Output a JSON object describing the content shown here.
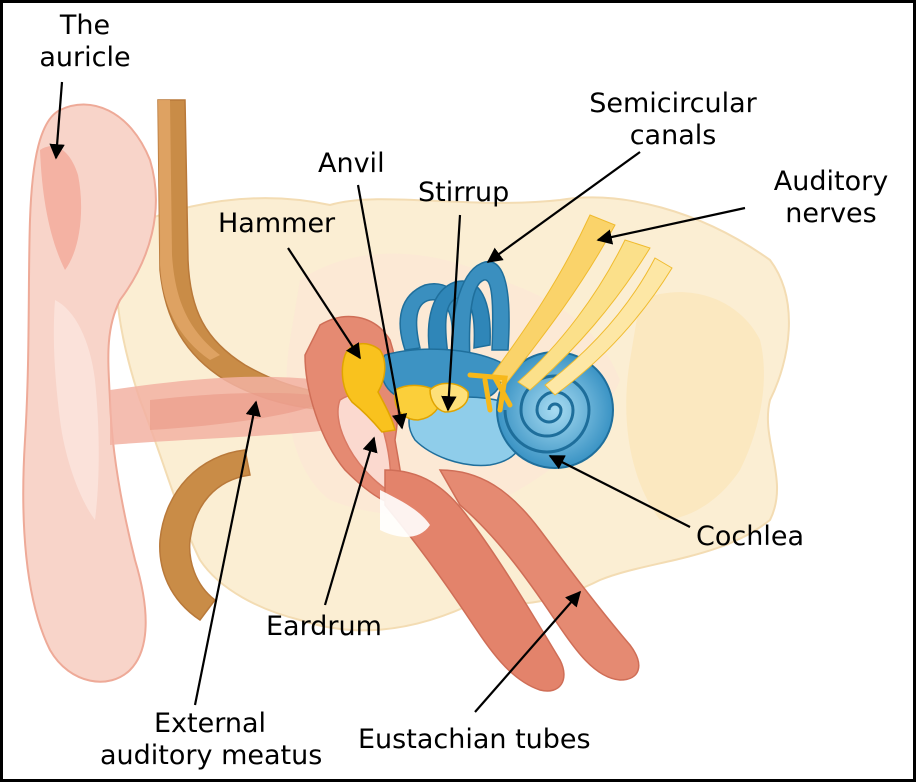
{
  "labels": {
    "auricle": [
      "The",
      "auricle"
    ],
    "hammer": "Hammer",
    "anvil": "Anvil",
    "stirrup": "Stirrup",
    "semicircular": [
      "Semicircular",
      "canals"
    ],
    "auditory_nerves": [
      "Auditory",
      "nerves"
    ],
    "cochlea": "Cochlea",
    "eardrum": "Eardrum",
    "external_meatus": [
      "External",
      "auditory meatus"
    ],
    "eustachian": "Eustachian tubes"
  },
  "colors": {
    "border": "#000000",
    "skin_outer": "#f6c9bd",
    "skin_inner": "#fbe1d8",
    "flesh": "#e58a72",
    "flesh_dark": "#d8725b",
    "bone": "#f8e2b8",
    "bone_pale": "#fbefd8",
    "tan_canal": "#c98a45",
    "yellow": "#f7c21a",
    "yellow_light": "#fde07a",
    "blue": "#2f86b8",
    "blue_light": "#78c3e6",
    "arrow": "#000000"
  }
}
